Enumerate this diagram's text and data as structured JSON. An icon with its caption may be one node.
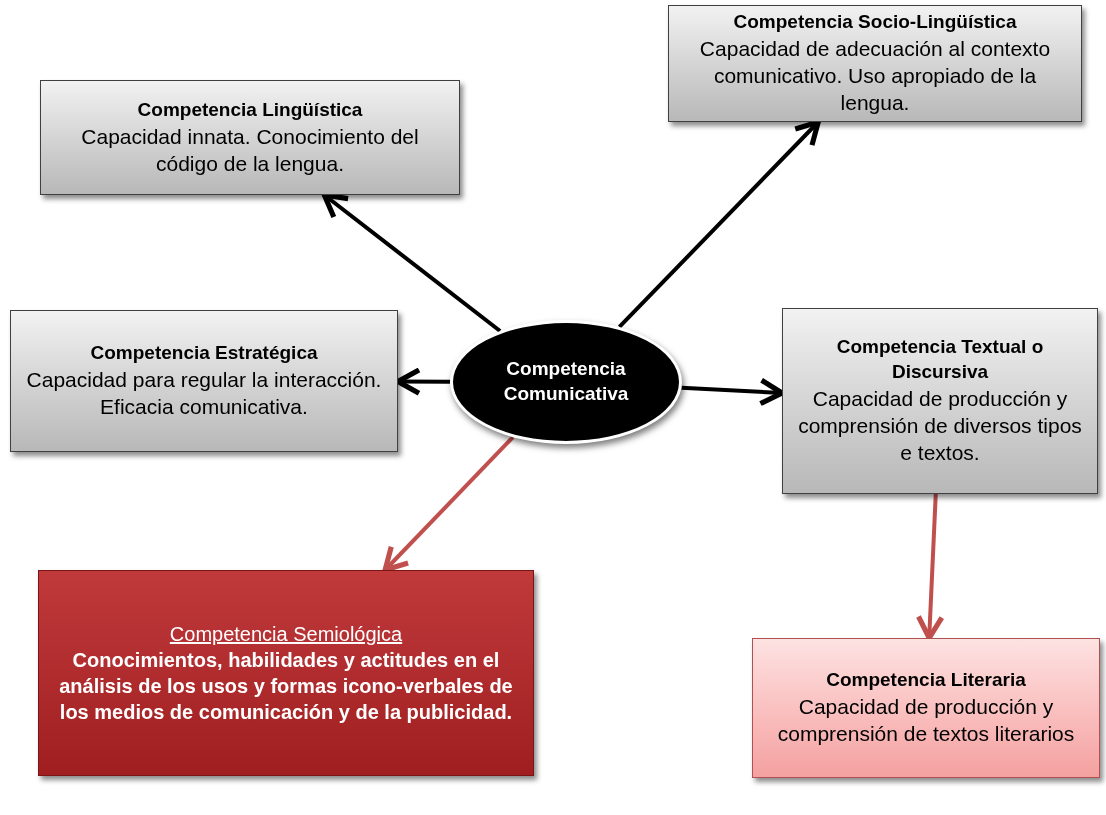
{
  "diagram": {
    "nodes": [
      {
        "text": [
          "Competencia Comunicativa"
        ]
      },
      {
        "text": [
          "Competencia Lingüística",
          "Capacidad innata. Conocimiento del código de la lengua."
        ]
      },
      {
        "text": [
          "Competencia Socio-Lingüística",
          "Capacidad de adecuación al contexto comunicativo. Uso apropiado de la lengua."
        ]
      },
      {
        "text": [
          "Competencia Estratégica",
          "Capacidad para regular la interacción. Eficacia comunicativa."
        ]
      },
      {
        "text": [
          "Competencia Textual o Discursiva",
          "Capacidad de producción y comprensión de diversos tipos e textos."
        ]
      },
      {
        "text": [
          "Competencia Semiológica",
          "Conocimientos, habilidades y actitudes en el análisis de los usos y formas icono-verbales de los medios de comunicación y de la publicidad."
        ]
      },
      {
        "text": [
          "Competencia Literaria",
          "Capacidad de producción y comprensión de textos literarios"
        ]
      }
    ],
    "edges": [
      {
        "from": 0,
        "to": 1,
        "arrow": "to"
      },
      {
        "from": 0,
        "to": 2,
        "arrow": "to"
      },
      {
        "from": 0,
        "to": 3,
        "arrow": "to"
      },
      {
        "from": 0,
        "to": 4,
        "arrow": "to"
      },
      {
        "from": 0,
        "to": 5,
        "arrow": "to",
        "color": "#c0504d"
      },
      {
        "from": 4,
        "to": 6,
        "arrow": "to",
        "color": "#c0504d"
      }
    ]
  }
}
